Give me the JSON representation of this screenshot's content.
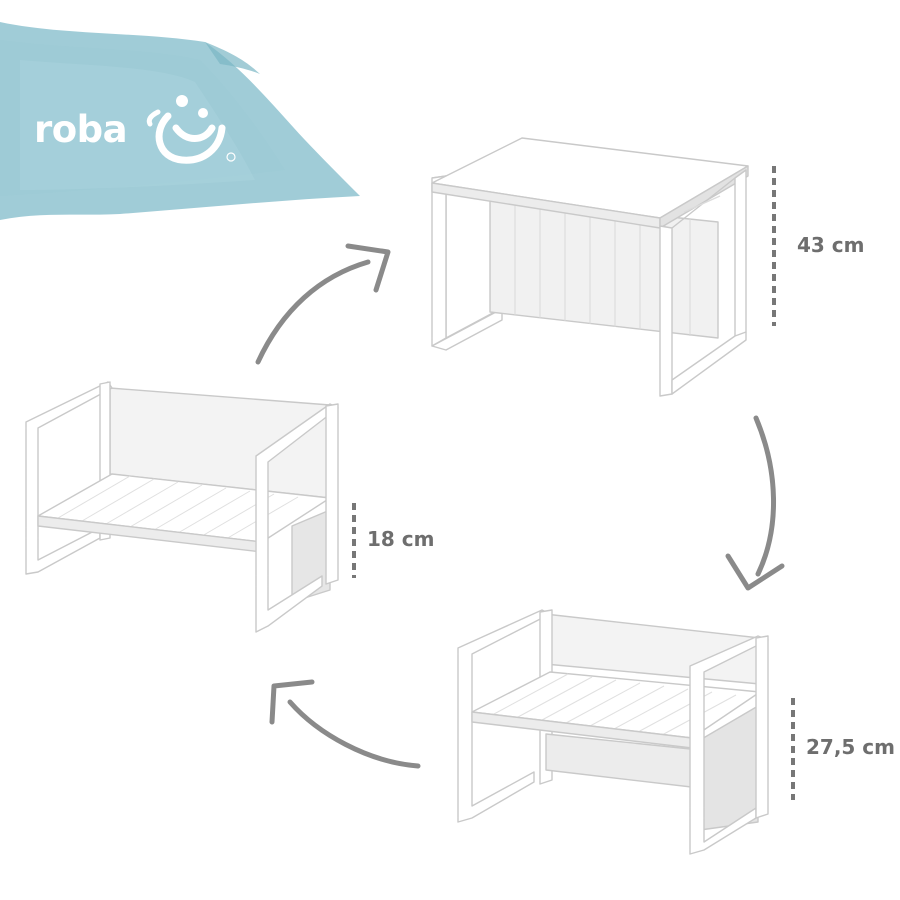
{
  "brand": {
    "name": "roba",
    "logo_icon": "smiling-child-face-icon"
  },
  "configurations": [
    {
      "name": "table",
      "height_label": "43 cm"
    },
    {
      "name": "high-bench",
      "height_label": "27,5 cm"
    },
    {
      "name": "low-bench",
      "height_label": "18 cm"
    }
  ],
  "colors": {
    "watercolor": "#8fc3d0",
    "furniture": "#ffffff",
    "furniture_shadow": "#e6e6e6",
    "outline": "#c9c9c9",
    "arrow": "#8a8a8a",
    "dimension": "#777777"
  }
}
